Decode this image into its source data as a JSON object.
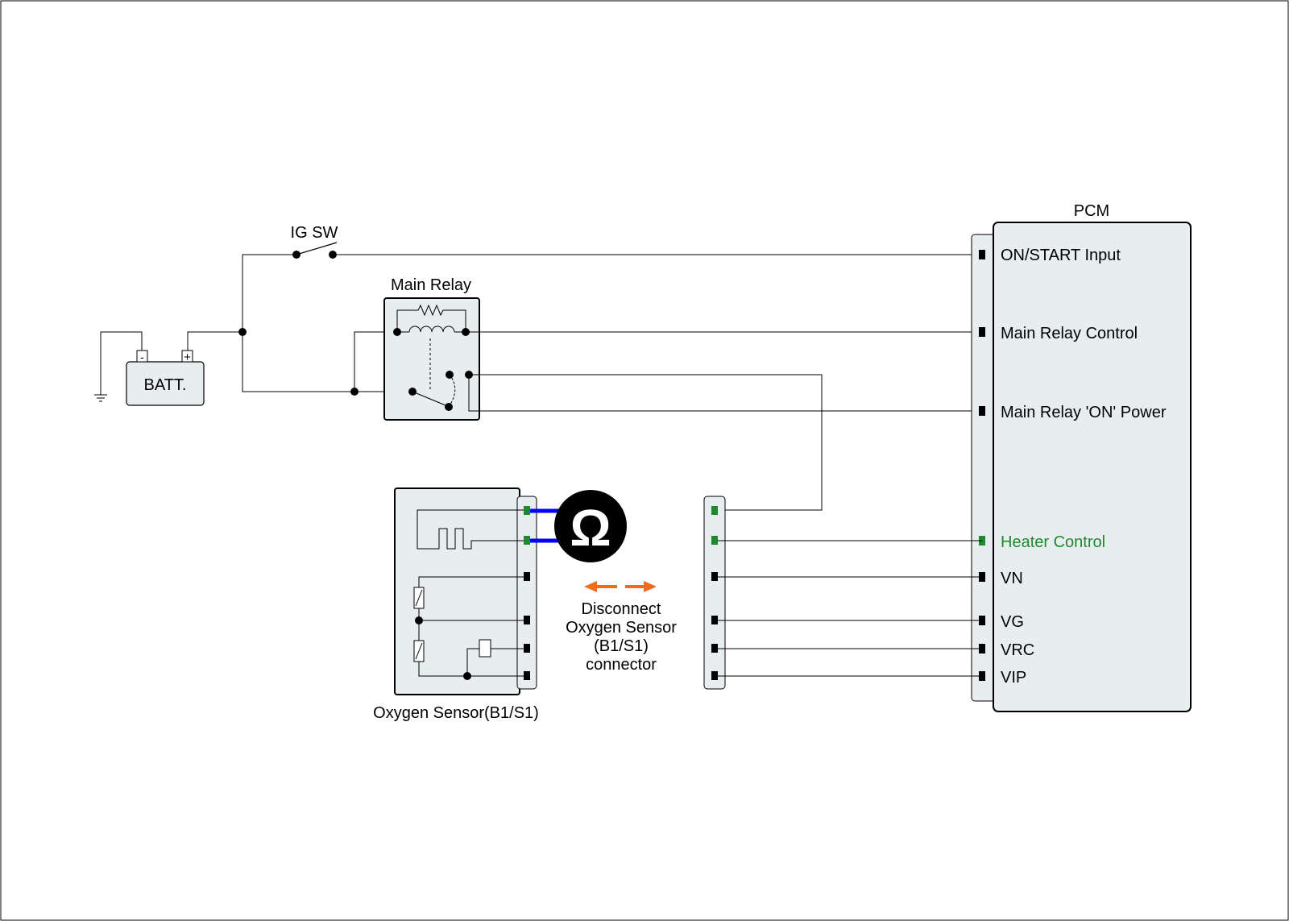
{
  "labels": {
    "ig_sw": "IG SW",
    "main_relay": "Main Relay",
    "batt": "BATT.",
    "batt_minus": "-",
    "batt_plus": "+",
    "pcm": "PCM",
    "oxygen_sensor": "Oxygen Sensor(B1/S1)",
    "ohm_symbol": "Ω",
    "disconnect_lines": [
      "Disconnect",
      "Oxygen Sensor",
      "(B1/S1)",
      "connector"
    ]
  },
  "pcm_pins": [
    "ON/START Input",
    "Main Relay Control",
    "Main Relay 'ON' Power",
    "Heater Control",
    "VN",
    "VG",
    "VRC",
    "VIP"
  ],
  "colors": {
    "line": "#000000",
    "box_fill": "#e8eef0",
    "highlight": "#1e8a2e",
    "probe_wire": "#0000ff",
    "arrow": "#f26a1b"
  },
  "icons": {
    "ohmmeter": "ohm-meter-icon",
    "ground": "ground-icon",
    "resistor": "resistor-icon",
    "coil": "coil-icon"
  }
}
